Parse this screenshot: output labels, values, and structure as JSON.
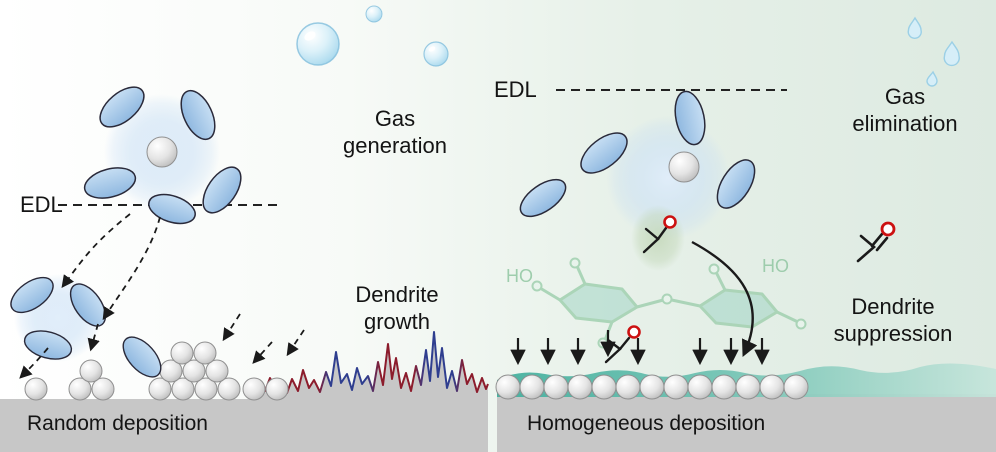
{
  "figure": {
    "left": {
      "edl": "EDL",
      "gas": "Gas\ngeneration",
      "dendrite": "Dendrite\ngrowth",
      "caption": "Random deposition"
    },
    "right": {
      "edl": "EDL",
      "gas": "Gas\nelimination",
      "dendrite": "Dendrite\nsuppression",
      "caption": "Homogeneous deposition",
      "ho_left": "HO",
      "ho_right": "HO"
    },
    "colors": {
      "electrode_gray": "#c7c7c7",
      "solvent_blue": "#a9cbe8",
      "teal_layer": "#4fb3a1",
      "dendrite_red": "#8c1c2c",
      "dendrite_blue": "#2f3e8f",
      "polymer_green": "#a5d2b3",
      "oxygen_red": "#cc1111"
    }
  }
}
